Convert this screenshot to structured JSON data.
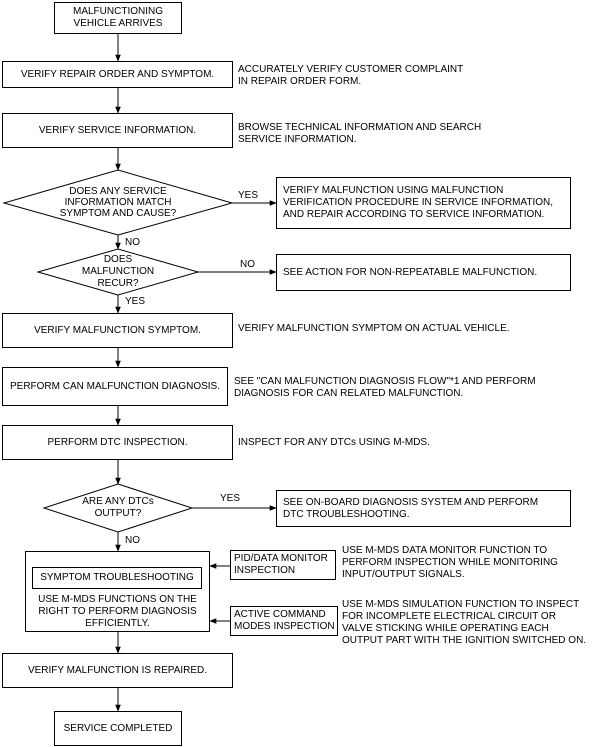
{
  "steps": {
    "arrives": "MALFUNCTIONING\nVEHICLE ARRIVES",
    "verify_ro": "VERIFY REPAIR ORDER AND SYMPTOM.",
    "verify_si": "VERIFY SERVICE INFORMATION.",
    "verify_symptom": "VERIFY MALFUNCTION SYMPTOM.",
    "can_diag": "PERFORM CAN MALFUNCTION DIAGNOSIS.",
    "dtc_insp": "PERFORM DTC INSPECTION.",
    "symptom_ts": "SYMPTOM TROUBLESHOOTING",
    "symptom_ts_note": "USE M-MDS FUNCTIONS ON THE\nRIGHT TO PERFORM DIAGNOSIS\nEFFICIENTLY.",
    "verify_repaired": "VERIFY MALFUNCTION IS REPAIRED.",
    "completed": "SERVICE COMPLETED"
  },
  "decisions": {
    "si_match": "DOES ANY SERVICE\nINFORMATION MATCH\nSYMPTOM AND CAUSE?",
    "recur": "DOES\nMALFUNCTION\nRECUR?",
    "dtc_output": "ARE ANY DTCs\nOUTPUT?"
  },
  "actions": {
    "si_yes": "VERIFY MALFUNCTION USING MALFUNCTION\nVERIFICATION PROCEDURE IN SERVICE INFORMATION,\nAND REPAIR ACCORDING TO SERVICE INFORMATION.",
    "recur_no": "SEE ACTION FOR NON-REPEATABLE MALFUNCTION.",
    "dtc_yes": "SEE ON-BOARD DIAGNOSIS SYSTEM AND PERFORM\nDTC TROUBLESHOOTING.",
    "pid": "PID/DATA MONITOR\nINSPECTION",
    "active": "ACTIVE COMMAND\nMODES INSPECTION"
  },
  "notes": {
    "verify_ro": "ACCURATELY VERIFY CUSTOMER COMPLAINT\nIN REPAIR ORDER FORM.",
    "verify_si": "BROWSE TECHNICAL INFORMATION AND SEARCH\nSERVICE INFORMATION.",
    "verify_symptom": "VERIFY MALFUNCTION SYMPTOM ON ACTUAL VEHICLE.",
    "can_diag": "SEE \"CAN MALFUNCTION DIAGNOSIS FLOW\"*1 AND PERFORM\nDIAGNOSIS FOR CAN RELATED MALFUNCTION.",
    "dtc_insp": "INSPECT FOR ANY DTCs USING M-MDS.",
    "pid": "USE M-MDS DATA MONITOR FUNCTION TO\nPERFORM INSPECTION WHILE MONITORING\nINPUT/OUTPUT SIGNALS.",
    "active": "USE M-MDS SIMULATION FUNCTION TO INSPECT\nFOR INCOMPLETE ELECTRICAL CIRCUIT OR\nVALVE STICKING WHILE OPERATING EACH\nOUTPUT PART WITH THE IGNITION SWITCHED ON."
  },
  "labels": {
    "yes": "YES",
    "no": "NO"
  }
}
